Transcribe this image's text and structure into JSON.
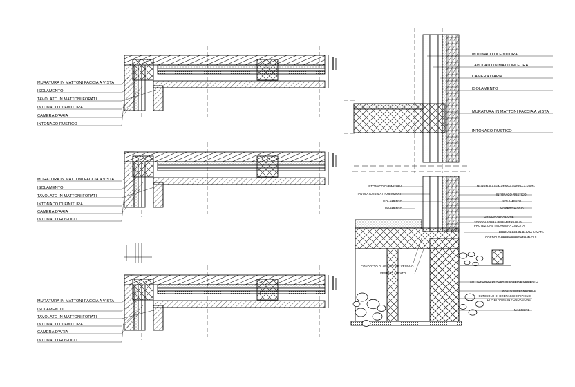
{
  "drawing": {
    "left_sections": [
      {
        "labels": [
          "MURATURA IN MATTONI FACCIA A VISTA",
          "ISOLAMENTO",
          "TAVOLATO IN MATTONI FORATI",
          "INTONACO DI FINITURA",
          "CAMERA D'ARIA",
          "INTONACO RUSTICO"
        ]
      },
      {
        "labels": [
          "MURATURA IN MATTONI FACCIA A VISTA",
          "ISOLAMENTO",
          "TAVOLATO IN MATTONI FORATI",
          "INTONACO DI FINITURA",
          "CAMERA D'ARIA",
          "INTONACO RUSTICO"
        ]
      },
      {
        "labels": [
          "MURATURA IN MATTONI FACCIA A VISTA",
          "ISOLAMENTO",
          "TAVOLATO IN MATTONI FORATI",
          "INTONACO DI FINITURA",
          "CAMERA D'ARIA",
          "INTONACO RUSTICO"
        ]
      }
    ],
    "upper_right": {
      "labels": [
        "INTONACO DI FINITURA",
        "TAVOLATO IN MATTONI FORATI",
        "CAMERA D'ARIA",
        "ISOLAMENTO",
        "MURATURA IN MATTONI FACCIA A VISTA",
        "INTONACO RUSTICO"
      ]
    },
    "lower_right": {
      "left_labels": [
        "INTONACO DI FINITURA",
        "TAVOLATO IN MATTONI FORATI",
        "ISOLAMENTO",
        "PAVIMENTO"
      ],
      "left_bottom_labels": [
        "CONDOTTO DI AERAZIONE VESPAIO",
        "VESPAIO AERATO"
      ],
      "right_labels": [
        "MURATURA IN MATTONI FACCIA A VISTA",
        "INTONACO RUSTICO",
        "ISOLAMENTO",
        "CAMERA D'ARIA",
        "GRIGLIA AERAZIONE",
        "ZOCCOLATURA PERIMETRALE DI PROTEZIONE IN LAMIERA ZINCATA",
        "DRENAGGIO IN GHIAIA LAVATA",
        "CORDOLO PREFABBRICATO IN CLS",
        "SOTTOFONDO DI POSA IN SABBIA E CEMENTO",
        "MANTO IMPERMEABILE",
        "CUNICOLO DI DRENAGGIO RIPIENO DI PIETRAME IN FONDAZIONE",
        "MAGRONE"
      ]
    }
  },
  "colors": {
    "ink": "#000000",
    "hatch": "#222222",
    "insulation": "#555555",
    "dashed": "#333333"
  }
}
